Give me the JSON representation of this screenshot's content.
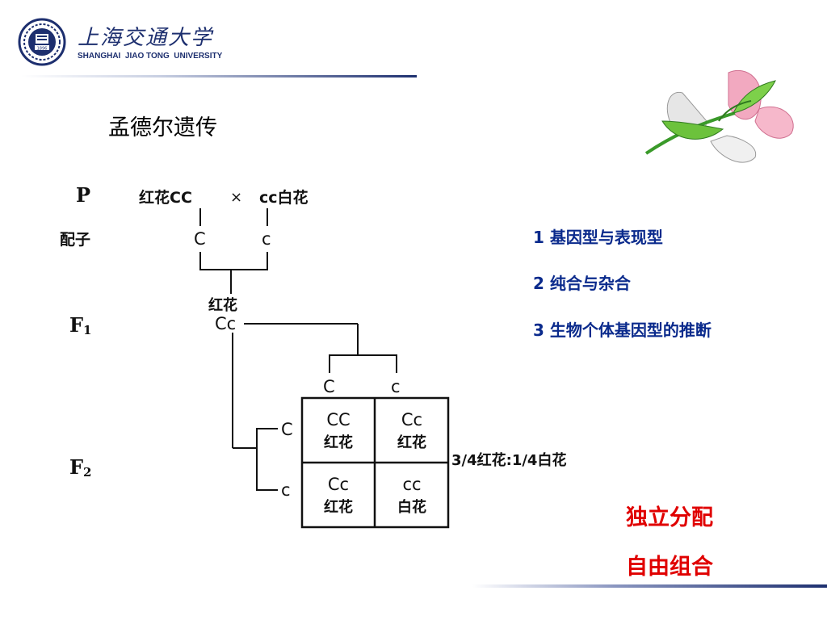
{
  "header": {
    "logo_name_cn": "上海交通大学",
    "logo_name_en": "SHANGHAI  JIAO TONG  UNIVERSITY",
    "logo_year": "1896"
  },
  "slide": {
    "title": "孟德尔遗传",
    "points": [
      "1 基因型与表现型",
      "2 纯合与杂合",
      "3 生物个体基因型的推断"
    ],
    "red_labels": [
      "独立分配",
      "自由组合"
    ]
  },
  "diagram": {
    "generations": {
      "p": "P",
      "gamete": "配子",
      "f1": "F",
      "f1_sub": "1",
      "f2": "F",
      "f2_sub": "2"
    },
    "parent_red": "红花CC",
    "cross_symbol": "×",
    "parent_white": "cc白花",
    "gamete_left": "C",
    "gamete_right": "c",
    "f1_phenotype": "红花",
    "f1_genotype": "Cc",
    "f1_gamete_top_left": "C",
    "f1_gamete_top_right": "c",
    "f1_gamete_side_top": "C",
    "f1_gamete_side_bottom": "c",
    "punnett": [
      {
        "genotype": "CC",
        "phenotype": "红花"
      },
      {
        "genotype": "Cc",
        "phenotype": "红花"
      },
      {
        "genotype": "Cc",
        "phenotype": "红花"
      },
      {
        "genotype": "cc",
        "phenotype": "白花"
      }
    ],
    "ratio": "3/4红花:1/4白花"
  },
  "colors": {
    "point_text": "#0a2a8c",
    "red_text": "#e00000",
    "logo_blue": "#1d2f6f"
  }
}
